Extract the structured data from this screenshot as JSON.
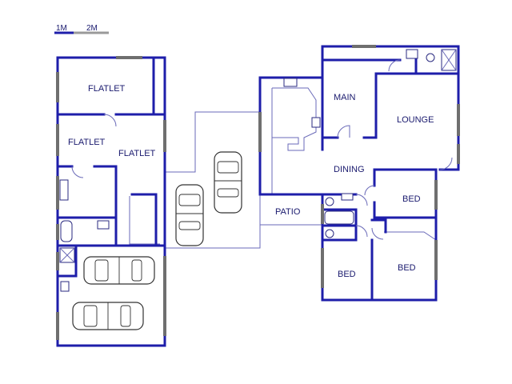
{
  "scale": {
    "label_1": "1M",
    "label_2": "2M"
  },
  "rooms": {
    "flatlet_top": "FLATLET",
    "flatlet_left": "FLATLET",
    "flatlet_right": "FLATLET",
    "main": "MAIN",
    "lounge": "LOUNGE",
    "dining": "DINING",
    "patio": "PATIO",
    "bed_right_top": "BED",
    "bed_left_bottom": "BED",
    "bed_right_bottom": "BED"
  },
  "colors": {
    "wall": "#1e1eaa",
    "text": "#1a1a6e",
    "window": "#6f6f6f",
    "outline": "#6a6ab8"
  }
}
